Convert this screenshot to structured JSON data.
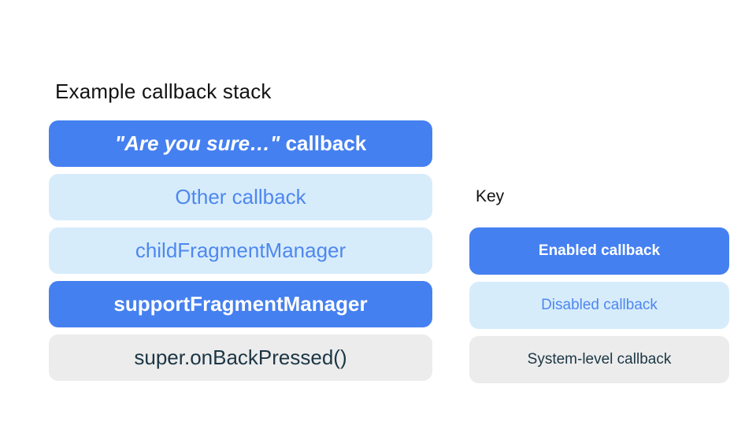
{
  "colors": {
    "page_bg": "#FFFFFF",
    "enabled_bg": "#4580F0",
    "disabled_bg": "#D7ECFB",
    "system_bg": "#ECECEC",
    "enabled_text": "#FFFFFF",
    "disabled_text": "#4E87EF",
    "system_text": "#1C3645",
    "heading_text": "#131313"
  },
  "stack": {
    "title": "Example callback stack",
    "items": [
      {
        "quoted": "\"Are you sure…\"",
        "rest": " callback",
        "type": "enabled"
      },
      {
        "label": "Other callback",
        "type": "disabled"
      },
      {
        "label": "childFragmentManager",
        "type": "disabled"
      },
      {
        "label": "supportFragmentManager",
        "type": "enabled"
      },
      {
        "label": "super.onBackPressed()",
        "type": "system"
      }
    ]
  },
  "key": {
    "title": "Key",
    "items": [
      {
        "label": "Enabled callback",
        "type": "enabled"
      },
      {
        "label": "Disabled callback",
        "type": "disabled"
      },
      {
        "label": "System-level callback",
        "type": "system"
      }
    ]
  }
}
